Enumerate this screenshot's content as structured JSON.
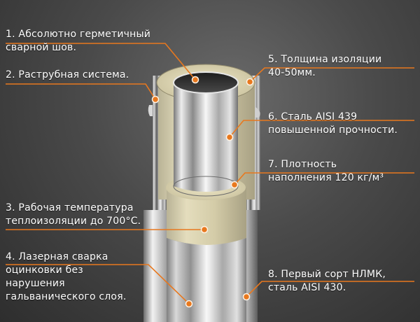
{
  "accent_color": "#e8781e",
  "callouts": [
    {
      "num": "1.",
      "lines": [
        "Абсолютно герметичный",
        "сварной шов."
      ]
    },
    {
      "num": "2.",
      "lines": [
        "Раструбная система."
      ]
    },
    {
      "num": "3.",
      "lines": [
        "Рабочая температура",
        "теплоизоляции до 700°С."
      ]
    },
    {
      "num": "4.",
      "lines": [
        "Лазерная сварка",
        "оцинковки без",
        "нарушения",
        "гальванического слоя."
      ]
    },
    {
      "num": "5.",
      "lines": [
        "Толщина изоляции",
        "40-50мм."
      ]
    },
    {
      "num": "6.",
      "lines": [
        "Сталь AISI 439",
        "повышенной прочности."
      ]
    },
    {
      "num": "7.",
      "lines": [
        "Плотность",
        "наполнения 120 кг/м³"
      ]
    },
    {
      "num": "8.",
      "lines": [
        "Первый сорт НЛМК,",
        "сталь AISI 430."
      ]
    }
  ]
}
